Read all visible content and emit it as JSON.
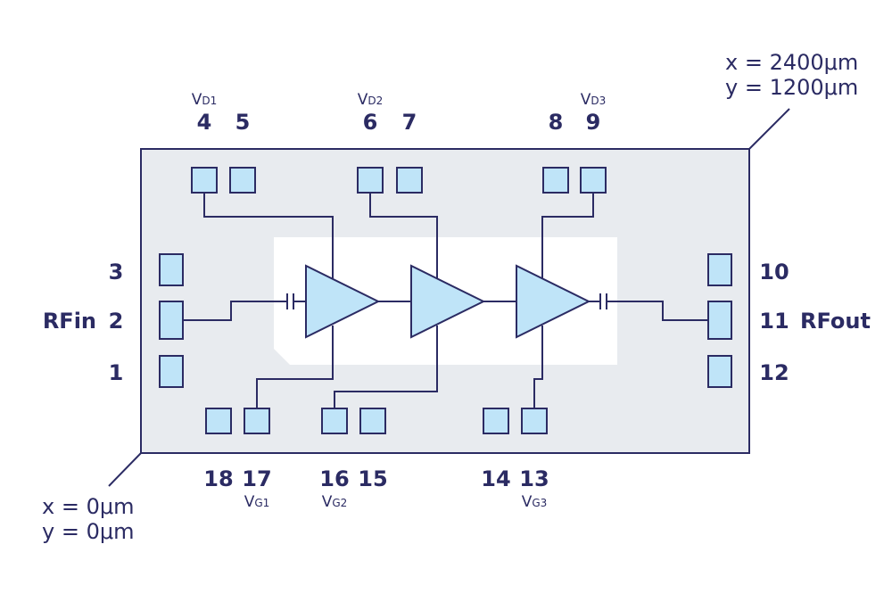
{
  "colors": {
    "ink": "#2b2b63",
    "chip_fill": "#e8ebef",
    "core_fill": "#ffffff",
    "pad_fill": "#bfe4f8"
  },
  "pins": {
    "p1": "1",
    "p2": "2",
    "p3": "3",
    "p4": "4",
    "p5": "5",
    "p6": "6",
    "p7": "7",
    "p8": "8",
    "p9": "9",
    "p10": "10",
    "p11": "11",
    "p12": "12",
    "p13": "13",
    "p14": "14",
    "p15": "15",
    "p16": "16",
    "p17": "17",
    "p18": "18"
  },
  "ports": {
    "rf_in": "RFin",
    "rf_out": "RFout"
  },
  "supply_labels": {
    "vd1": {
      "main": "V",
      "sub": "D1"
    },
    "vd2": {
      "main": "V",
      "sub": "D2"
    },
    "vd3": {
      "main": "V",
      "sub": "D3"
    },
    "vg1": {
      "main": "V",
      "sub": "G1"
    },
    "vg2": {
      "main": "V",
      "sub": "G2"
    },
    "vg3": {
      "main": "V",
      "sub": "G3"
    }
  },
  "coordinates": {
    "top_right_x": "x = 2400μm",
    "top_right_y": "y = 1200μm",
    "bottom_left_x": "x = 0μm",
    "bottom_left_y": "y = 0μm"
  }
}
